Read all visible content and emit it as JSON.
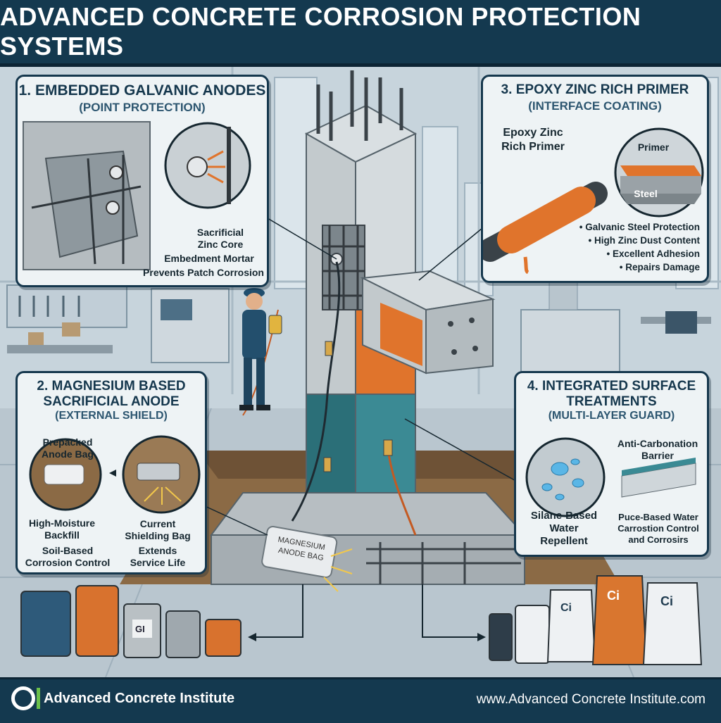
{
  "title": "ADVANCED CONCRETE CORROSION PROTECTION SYSTEMS",
  "panels": {
    "galvanic": {
      "heading": "1. EMBEDDED GALVANIC ANODES",
      "subheading": "(POINT PROTECTION)",
      "labels": [
        "Sacrificial",
        "Zinc Core",
        "Embedment Mortar",
        "Prevents Patch Corrosion"
      ]
    },
    "epoxy": {
      "heading": "3. EPOXY ZINC RICH PRIMER",
      "subheading": "(INTERFACE COATING)",
      "callout": [
        "Epoxy Zinc",
        "Rich Primer"
      ],
      "layers": [
        "Primer",
        "Steel"
      ],
      "bullets": [
        "• Galvanic Steel Protection",
        "• High Zinc Dust Content",
        "• Excellent Adhesion",
        "• Repairs Damage"
      ]
    },
    "magnesium": {
      "heading": [
        "2. MAGNESIUM BASED",
        "SACRIFICIAL ANODE"
      ],
      "subheading": "(EXTERNAL SHIELD)",
      "labels": {
        "prepacked": [
          "Prepacked",
          "Anode Bag"
        ],
        "backfill": [
          "High-Moisture",
          "Backfill"
        ],
        "soil": [
          "Soil-Based",
          "Corrosion Control"
        ],
        "current": [
          "Current",
          "Shielding Bag"
        ],
        "extends": [
          "Extends",
          "Service Life"
        ]
      }
    },
    "surface": {
      "heading": [
        "4. INTEGRATED SURFACE",
        "TREATMENTS"
      ],
      "subheading": "(MULTI-LAYER GUARD)",
      "labels": {
        "anti": [
          "Anti-Carbonation",
          "Barrier"
        ],
        "silane": [
          "Silane-Based",
          "Water",
          "Repellent"
        ],
        "puce": [
          "Puce-Based Water",
          "Carrostion Control",
          "and Corrosirs"
        ]
      }
    }
  },
  "scene": {
    "anode_bag_text": [
      "MAGNESIUM",
      "ANODE BAG"
    ],
    "product_marks": [
      "GI",
      "Ci",
      "Ci",
      "Ci"
    ]
  },
  "footer": {
    "brand": "Advanced Concrete Institute",
    "url": "www.Advanced Concrete Institute.com"
  },
  "colors": {
    "navy": "#15374d",
    "orange": "#e0742c",
    "teal": "#2f7d86",
    "concrete": "#c9cfd2"
  }
}
